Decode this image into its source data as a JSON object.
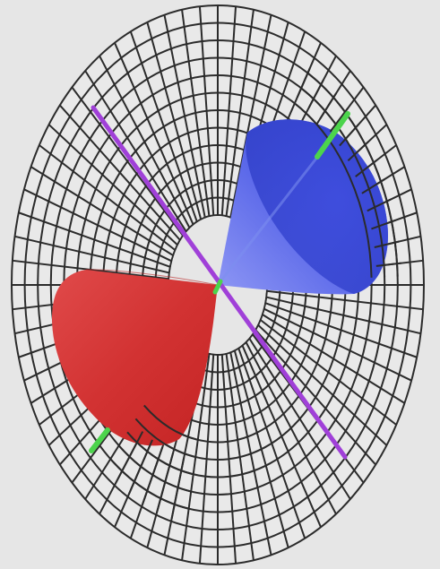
{
  "scene": {
    "background_color": "#e6e6e6",
    "grid": {
      "line_color": "#2b2b2b",
      "radial_divisions": 72,
      "ring_count": 12,
      "inner_hole_color": "#e6e6e6"
    },
    "axes": [
      {
        "name": "purple-axis",
        "color": "#a040d8"
      },
      {
        "name": "green-axis",
        "color": "#4cd44c"
      }
    ],
    "cones": [
      {
        "name": "blue-cone",
        "color": "#3d4fe0",
        "highlight": "#7a86f2"
      },
      {
        "name": "red-cone",
        "color": "#d83030",
        "highlight": "#e86a6a"
      }
    ]
  }
}
